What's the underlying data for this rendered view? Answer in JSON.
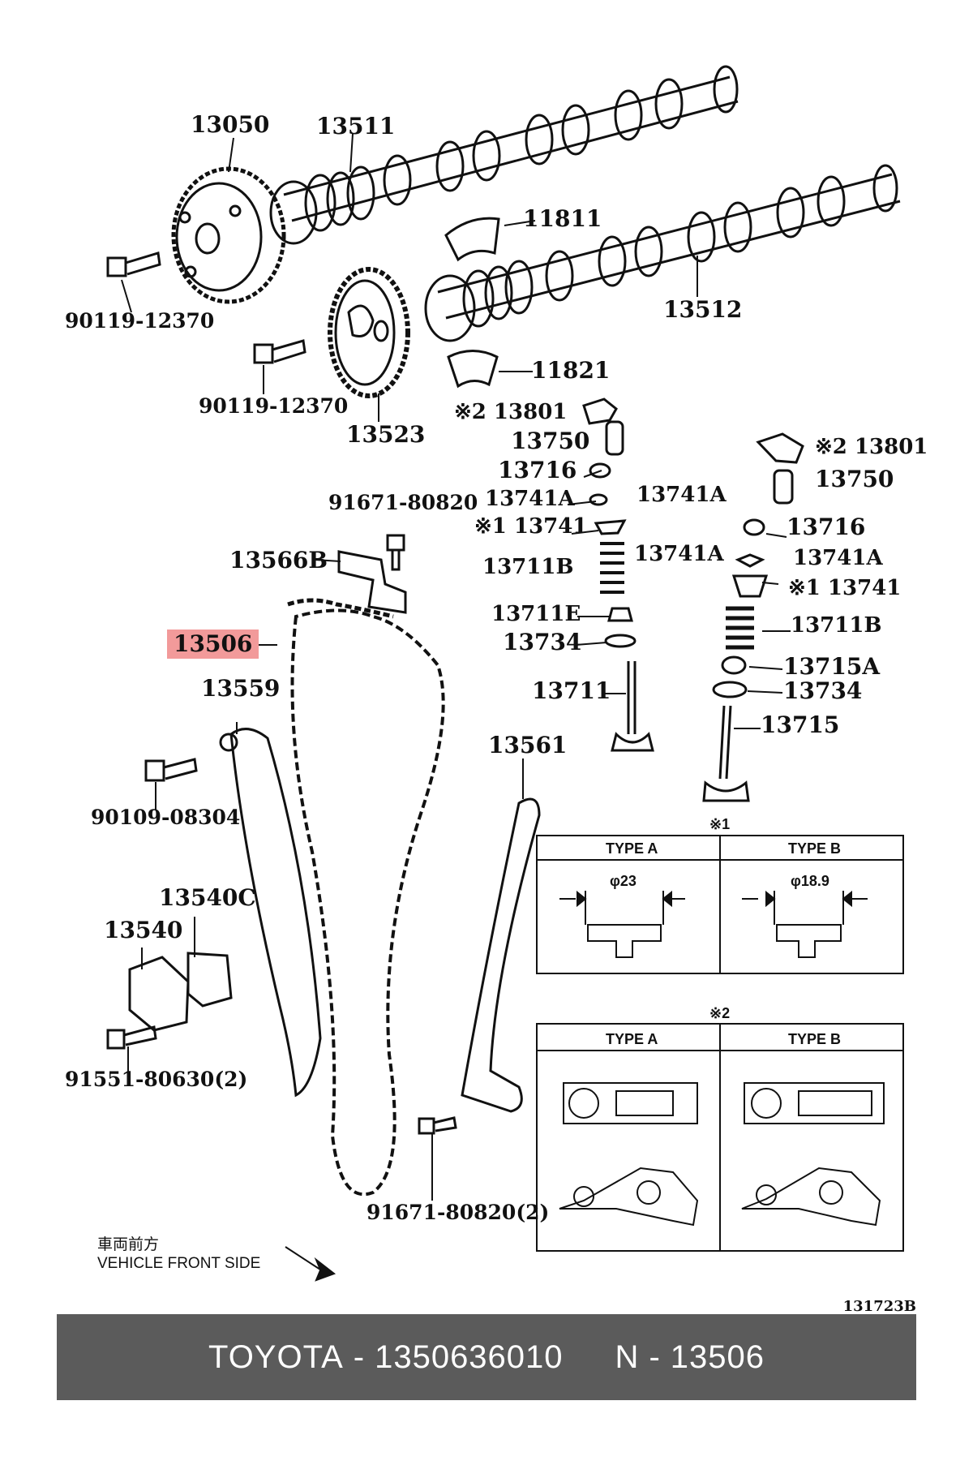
{
  "labels": {
    "p13050": "13050",
    "p13511": "13511",
    "p11811": "11811",
    "p13512": "13512",
    "p90119a": "90119-12370",
    "p90119b": "90119-12370",
    "p13523": "13523",
    "p11821": "11821",
    "p13801a": "※2 13801",
    "p13750a": "13750",
    "p13716a": "13716",
    "p13741Aa": "13741A",
    "p13741Ab": "13741A",
    "p13741a": "※1 13741",
    "p13711Ba": "13711B",
    "p13711E": "13711E",
    "p13734a": "13734",
    "p13711": "13711",
    "p13801b": "※2 13801",
    "p13750b": "13750",
    "p13716b": "13716",
    "p13741Ac": "13741A",
    "p13741Ad": "13741A",
    "p13741b": "※1 13741",
    "p13711Bb": "13711B",
    "p13715A": "13715A",
    "p13734b": "13734",
    "p13715": "13715",
    "p91671a": "91671-80820",
    "p13566B": "13566B",
    "p13506": "13506",
    "p13559": "13559",
    "p90109": "90109-08304",
    "p13561": "13561",
    "p13540C": "13540C",
    "p13540": "13540",
    "p91551": "91551-80630(2)",
    "p91671b": "91671-80820(2)"
  },
  "note1": {
    "mark": "※1",
    "typeA": "TYPE A",
    "typeB": "TYPE B",
    "dimA": "φ23",
    "dimB": "φ18.9"
  },
  "note2": {
    "mark": "※2",
    "typeA": "TYPE A",
    "typeB": "TYPE B"
  },
  "front": {
    "jp": "車両前方",
    "en": "VEHICLE FRONT SIDE"
  },
  "diagram_code": "131723B",
  "footer": {
    "brand": "TOYOTA",
    "sep1": "-",
    "part_number": "1350636010",
    "ref_prefix": "N",
    "sep2": "-",
    "ref": "13506"
  },
  "colors": {
    "highlight": "#f29a9a",
    "footer_bg": "#5b5b5b"
  }
}
